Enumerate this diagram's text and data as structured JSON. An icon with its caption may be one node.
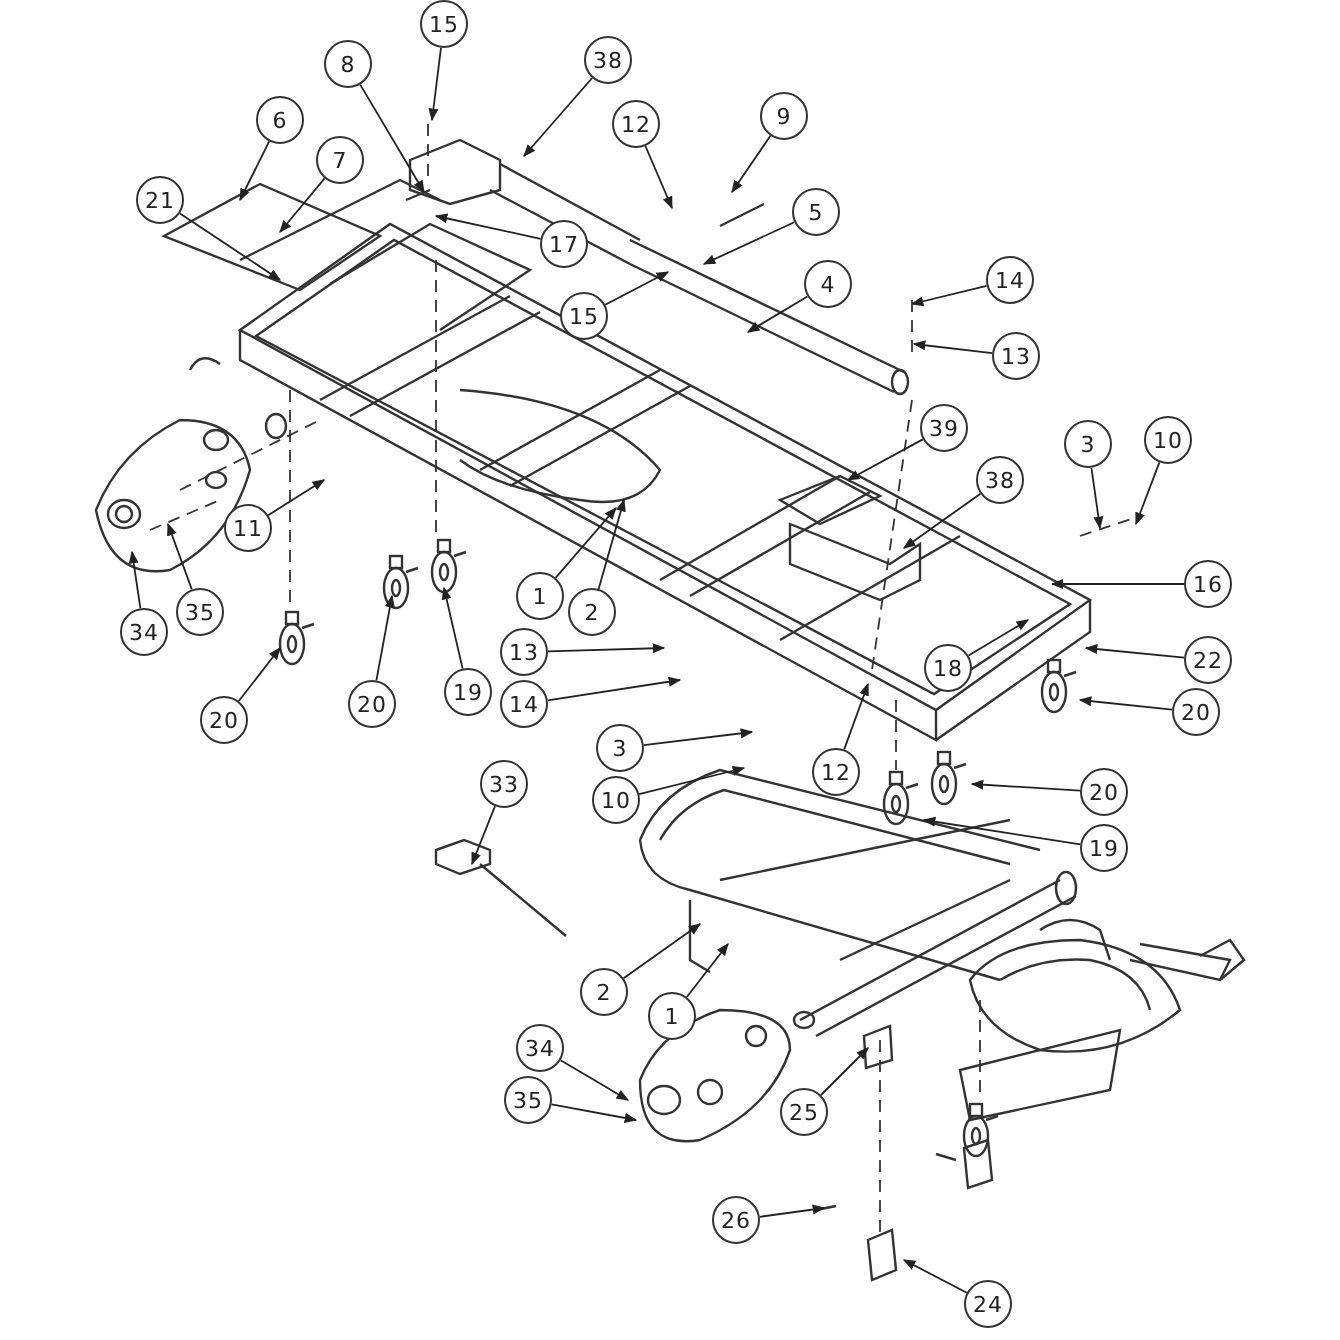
{
  "diagram": {
    "nodes": [
      {
        "text": [
          "15"
        ]
      },
      {
        "text": [
          "8"
        ]
      },
      {
        "text": [
          "38"
        ]
      },
      {
        "text": [
          "12"
        ]
      },
      {
        "text": [
          "9"
        ]
      },
      {
        "text": [
          "6"
        ]
      },
      {
        "text": [
          "7"
        ]
      },
      {
        "text": [
          "21"
        ]
      },
      {
        "text": [
          "17"
        ]
      },
      {
        "text": [
          "15"
        ]
      },
      {
        "text": [
          "5"
        ]
      },
      {
        "text": [
          "4"
        ]
      },
      {
        "text": [
          "14"
        ]
      },
      {
        "text": [
          "13"
        ]
      },
      {
        "text": [
          "39"
        ]
      },
      {
        "text": [
          "3"
        ]
      },
      {
        "text": [
          "10"
        ]
      },
      {
        "text": [
          "38"
        ]
      },
      {
        "text": [
          "16"
        ]
      },
      {
        "text": [
          "11"
        ]
      },
      {
        "text": [
          "34"
        ]
      },
      {
        "text": [
          "35"
        ]
      },
      {
        "text": [
          "1"
        ]
      },
      {
        "text": [
          "2"
        ]
      },
      {
        "text": [
          "13"
        ]
      },
      {
        "text": [
          "18"
        ]
      },
      {
        "text": [
          "22"
        ]
      },
      {
        "text": [
          "20"
        ]
      },
      {
        "text": [
          "19"
        ]
      },
      {
        "text": [
          "14"
        ]
      },
      {
        "text": [
          "3"
        ]
      },
      {
        "text": [
          "20"
        ]
      },
      {
        "text": [
          "10"
        ]
      },
      {
        "text": [
          "12"
        ]
      },
      {
        "text": [
          "20"
        ]
      },
      {
        "text": [
          "33"
        ]
      },
      {
        "text": [
          "20"
        ]
      },
      {
        "text": [
          "19"
        ]
      },
      {
        "text": [
          "2"
        ]
      },
      {
        "text": [
          "1"
        ]
      },
      {
        "text": [
          "34"
        ]
      },
      {
        "text": [
          "35"
        ]
      },
      {
        "text": [
          "25"
        ]
      },
      {
        "text": [
          "26"
        ]
      },
      {
        "text": [
          "24"
        ]
      }
    ],
    "edges": [
      {
        "from": 0,
        "to": null,
        "arrow": "to"
      },
      {
        "from": 1,
        "to": null,
        "arrow": "to"
      },
      {
        "from": 2,
        "to": null,
        "arrow": "to"
      },
      {
        "from": 3,
        "to": null,
        "arrow": "to"
      },
      {
        "from": 4,
        "to": null,
        "arrow": "to"
      },
      {
        "from": 5,
        "to": null,
        "arrow": "to"
      },
      {
        "from": 6,
        "to": null,
        "arrow": "to"
      },
      {
        "from": 7,
        "to": null,
        "arrow": "to"
      },
      {
        "from": 8,
        "to": null,
        "arrow": "to"
      },
      {
        "from": 9,
        "to": null,
        "arrow": "to"
      },
      {
        "from": 10,
        "to": null,
        "arrow": "to"
      },
      {
        "from": 11,
        "to": null,
        "arrow": "to"
      },
      {
        "from": 12,
        "to": null,
        "arrow": "to"
      },
      {
        "from": 13,
        "to": null,
        "arrow": "to"
      },
      {
        "from": 14,
        "to": null,
        "arrow": "to"
      },
      {
        "from": 15,
        "to": null,
        "arrow": "to"
      },
      {
        "from": 16,
        "to": null,
        "arrow": "to"
      },
      {
        "from": 17,
        "to": null,
        "arrow": "to"
      },
      {
        "from": 18,
        "to": null,
        "arrow": "to"
      },
      {
        "from": 19,
        "to": null,
        "arrow": "to"
      },
      {
        "from": 20,
        "to": null,
        "arrow": "to"
      },
      {
        "from": 21,
        "to": null,
        "arrow": "to"
      },
      {
        "from": 22,
        "to": null,
        "arrow": "to"
      },
      {
        "from": 23,
        "to": null,
        "arrow": "to"
      },
      {
        "from": 24,
        "to": null,
        "arrow": "to"
      },
      {
        "from": 25,
        "to": null,
        "arrow": "to"
      },
      {
        "from": 26,
        "to": null,
        "arrow": "to"
      },
      {
        "from": 27,
        "to": null,
        "arrow": "to"
      },
      {
        "from": 28,
        "to": null,
        "arrow": "to"
      },
      {
        "from": 29,
        "to": null,
        "arrow": "to"
      },
      {
        "from": 30,
        "to": null,
        "arrow": "to"
      },
      {
        "from": 31,
        "to": null,
        "arrow": "to"
      },
      {
        "from": 32,
        "to": null,
        "arrow": "to"
      },
      {
        "from": 33,
        "to": null,
        "arrow": "to"
      },
      {
        "from": 34,
        "to": null,
        "arrow": "to"
      },
      {
        "from": 35,
        "to": null,
        "arrow": "to"
      },
      {
        "from": 36,
        "to": null,
        "arrow": "to"
      },
      {
        "from": 37,
        "to": null,
        "arrow": "to"
      },
      {
        "from": 38,
        "to": null,
        "arrow": "to"
      },
      {
        "from": 39,
        "to": null,
        "arrow": "to"
      },
      {
        "from": 40,
        "to": null,
        "arrow": "to"
      },
      {
        "from": 41,
        "to": null,
        "arrow": "to"
      },
      {
        "from": 42,
        "to": null,
        "arrow": "to"
      },
      {
        "from": 43,
        "to": null,
        "arrow": "to"
      },
      {
        "from": 44,
        "to": null,
        "arrow": "to"
      }
    ]
  }
}
